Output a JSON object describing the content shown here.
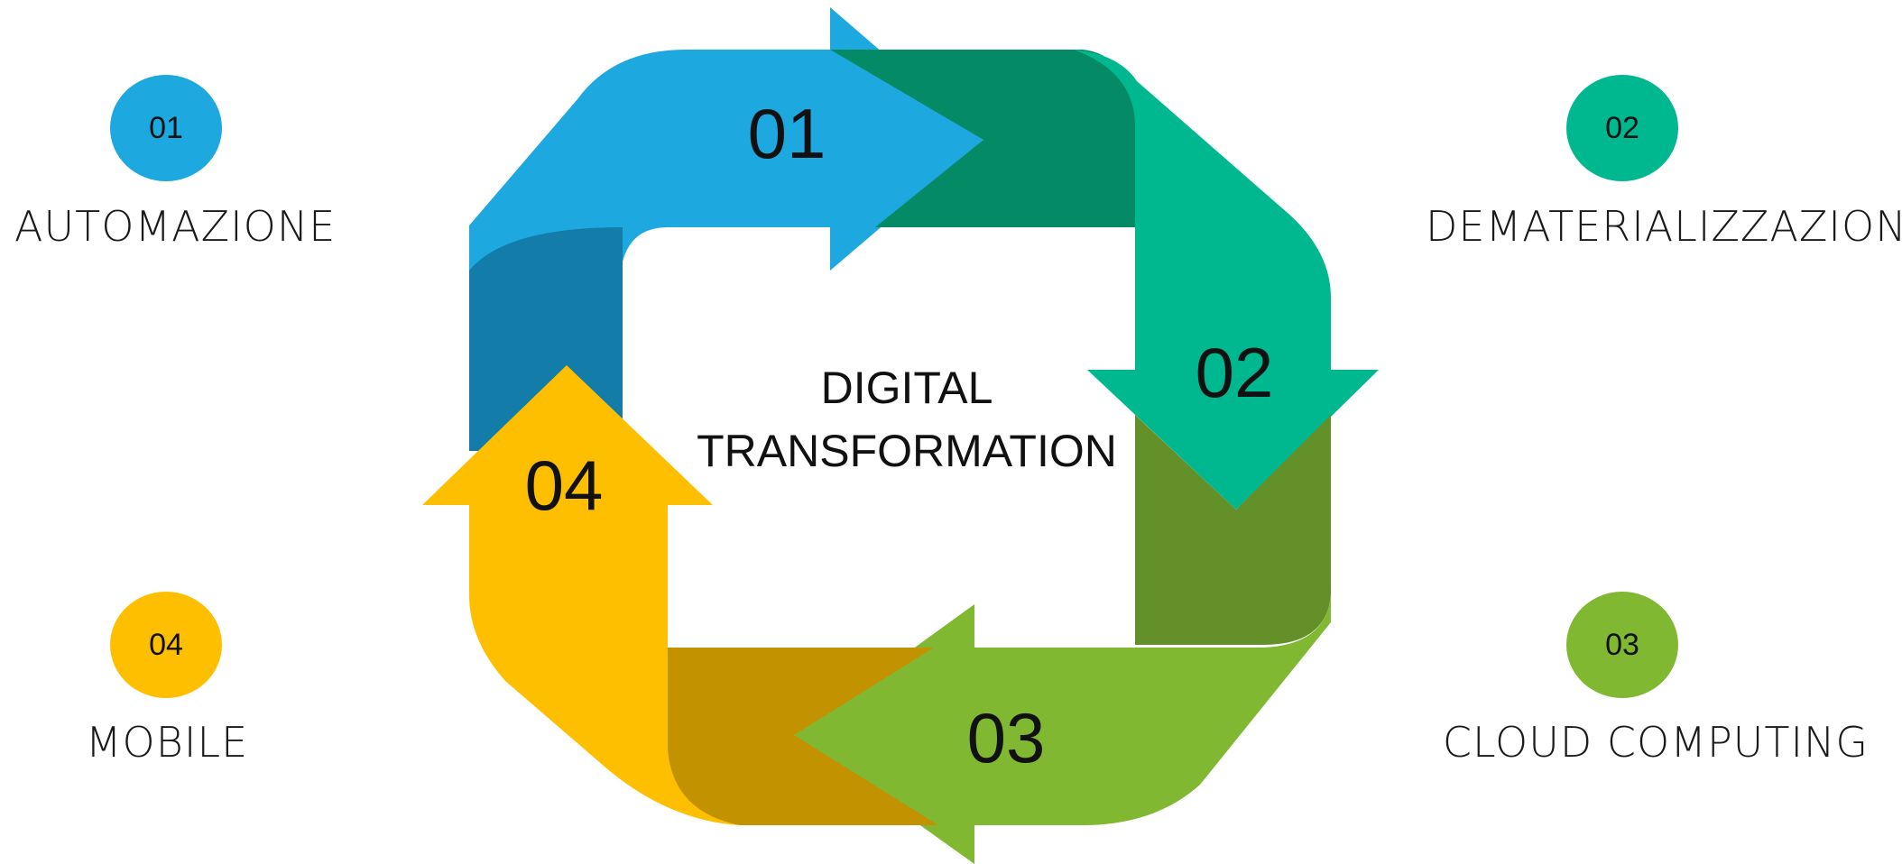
{
  "center": {
    "line1": "DIGITAL",
    "line2": "TRANSFORMATION"
  },
  "steps": [
    {
      "num": "01",
      "label": "AUTOMAZIONE",
      "color": "#1ea8e0"
    },
    {
      "num": "02",
      "label": "DEMATERIALIZZAZIONE",
      "color": "#00b890"
    },
    {
      "num": "03",
      "label": "CLOUD COMPUTING",
      "color": "#80b832"
    },
    {
      "num": "04",
      "label": "MOBILE",
      "color": "#fdbf00"
    }
  ]
}
